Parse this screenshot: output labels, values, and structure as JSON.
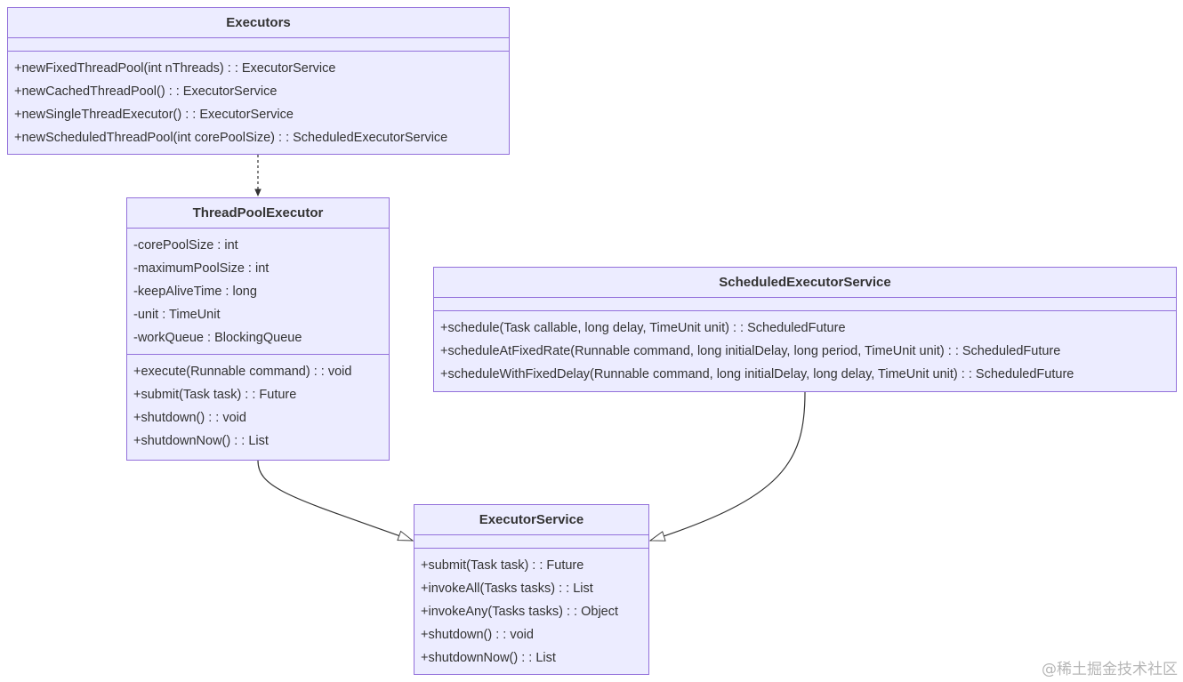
{
  "classes": {
    "executors": {
      "name": "Executors",
      "attributes": [],
      "methods": [
        "+newFixedThreadPool(int nThreads) : : ExecutorService",
        "+newCachedThreadPool() : : ExecutorService",
        "+newSingleThreadExecutor() : : ExecutorService",
        "+newScheduledThreadPool(int corePoolSize) : : ScheduledExecutorService"
      ]
    },
    "thread_pool_executor": {
      "name": "ThreadPoolExecutor",
      "attributes": [
        "-corePoolSize : int",
        "-maximumPoolSize : int",
        "-keepAliveTime : long",
        "-unit : TimeUnit",
        "-workQueue : BlockingQueue"
      ],
      "methods": [
        "+execute(Runnable command) : : void",
        "+submit(Task task) : : Future",
        "+shutdown() : : void",
        "+shutdownNow() : : List"
      ]
    },
    "scheduled_executor_service": {
      "name": "ScheduledExecutorService",
      "attributes": [],
      "methods": [
        "+schedule(Task callable, long delay, TimeUnit unit) : : ScheduledFuture",
        "+scheduleAtFixedRate(Runnable command, long initialDelay, long period, TimeUnit unit) : : ScheduledFuture",
        "+scheduleWithFixedDelay(Runnable command, long initialDelay, long delay, TimeUnit unit) : : ScheduledFuture"
      ]
    },
    "executor_service": {
      "name": "ExecutorService",
      "attributes": [],
      "methods": [
        "+submit(Task task) : : Future",
        "+invokeAll(Tasks tasks) : : List",
        "+invokeAny(Tasks tasks) : : Object",
        "+shutdown() : : void",
        "+shutdownNow() : : List"
      ]
    }
  },
  "relations": [
    {
      "from": "Executors",
      "to": "ThreadPoolExecutor",
      "type": "dependency"
    },
    {
      "from": "ThreadPoolExecutor",
      "to": "ExecutorService",
      "type": "realization"
    },
    {
      "from": "ScheduledExecutorService",
      "to": "ExecutorService",
      "type": "realization"
    }
  ],
  "colors": {
    "node_fill": "#ececff",
    "node_border": "#9370db",
    "text": "#333333",
    "edge": "#333333"
  },
  "watermark": "@稀土掘金技术社区"
}
